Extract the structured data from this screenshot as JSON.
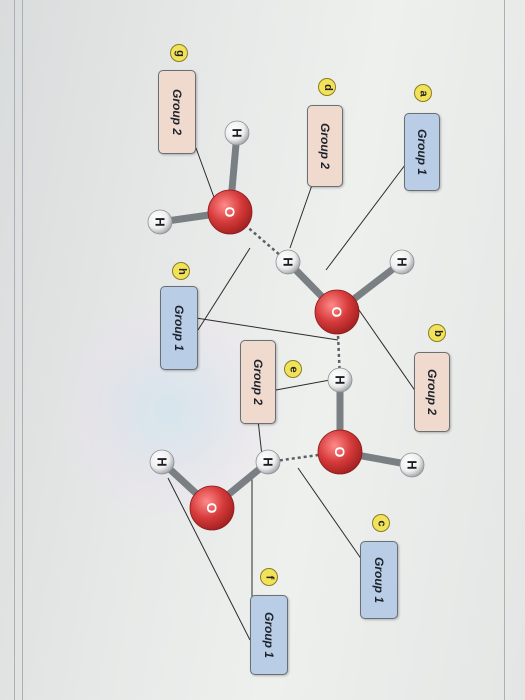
{
  "labels": [
    {
      "id": "a",
      "letter": "a",
      "text": "Group 1",
      "group": 1
    },
    {
      "id": "b",
      "letter": "b",
      "text": "Group 2",
      "group": 2
    },
    {
      "id": "c",
      "letter": "c",
      "text": "Group 1",
      "group": 1
    },
    {
      "id": "d",
      "letter": "d",
      "text": "Group 2",
      "group": 2
    },
    {
      "id": "e",
      "letter": "e",
      "text": "Group 2",
      "group": 2
    },
    {
      "id": "f",
      "letter": "f",
      "text": "Group 1",
      "group": 1
    },
    {
      "id": "g",
      "letter": "g",
      "text": "Group 2",
      "group": 2
    },
    {
      "id": "h",
      "letter": "h",
      "text": "Group 1",
      "group": 1
    }
  ],
  "atoms": [
    {
      "id": "O1",
      "symbol": "O"
    },
    {
      "id": "H1a",
      "symbol": "H"
    },
    {
      "id": "H1b",
      "symbol": "H"
    },
    {
      "id": "O2",
      "symbol": "O"
    },
    {
      "id": "H2a",
      "symbol": "H"
    },
    {
      "id": "H2b",
      "symbol": "H"
    },
    {
      "id": "O3",
      "symbol": "O"
    },
    {
      "id": "H3a",
      "symbol": "H"
    },
    {
      "id": "H3b",
      "symbol": "H"
    },
    {
      "id": "O4",
      "symbol": "O"
    },
    {
      "id": "H4a",
      "symbol": "H"
    },
    {
      "id": "H4b",
      "symbol": "H"
    }
  ],
  "colors": {
    "oxygen": "#d63a3a",
    "hydrogen": "#eeeeee",
    "group1": "#b9cde6",
    "group2": "#f0d9cd",
    "tag": "#f2e25a"
  }
}
